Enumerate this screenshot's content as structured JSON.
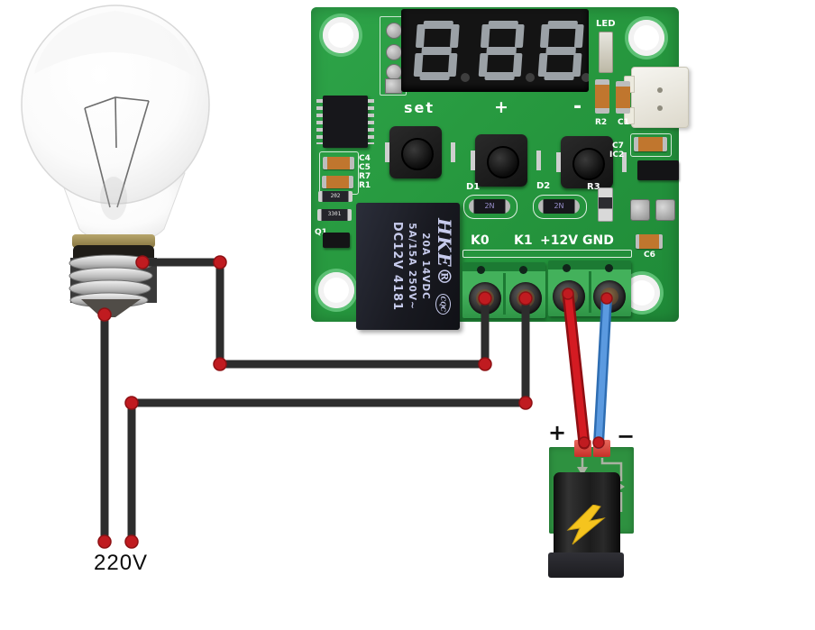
{
  "diagram": {
    "supply_label": "220V",
    "battery": {
      "plus_label": "+",
      "minus_label": "−"
    }
  },
  "pcb": {
    "display_value": "8.8.8.",
    "silkscreen": {
      "set": "set",
      "plus": "+",
      "minus": "-",
      "led": "LED",
      "r2": "R2",
      "c1": "C1",
      "c7": "C7",
      "ic2": "IC2",
      "c4": "C4",
      "c5": "C5",
      "r7": "R7",
      "r1": "R1",
      "q1": "Q1",
      "d1": "D1",
      "d2": "D2",
      "r3": "R3",
      "c6": "C6",
      "k0": "K0",
      "k1": "K1",
      "plus12v": "+12V",
      "gnd": "GND"
    },
    "relay": {
      "brand": "HΚΕ®",
      "rating1": "20A   14VDC",
      "rating2": "5A/15A  250V~",
      "model": "DC12V   4181",
      "badge": "CQC"
    },
    "diode1_marking": "2N",
    "diode2_marking": "2N",
    "resistor1_marking": "202",
    "resistor2_marking": "3301"
  },
  "colors": {
    "pcb_green": "#2ea449",
    "terminal_green": "#43b15b",
    "wire_black": "#2d2d2d",
    "wire_red": "#d41b22",
    "wire_blue": "#5b9ae0",
    "junction_dot": "#c01b20",
    "bolt_yellow": "#f5c41e",
    "relay_text": "#c7cbec"
  }
}
